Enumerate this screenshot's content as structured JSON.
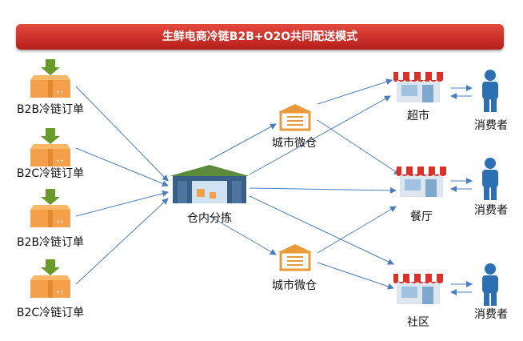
{
  "title": "生鲜电商冷链B2B+O2O共同配送模式",
  "orders": [
    "B2B冷链订单",
    "B2C冷链订单",
    "B2B冷链订单",
    "B2C冷链订单"
  ],
  "hub": "仓内分拣",
  "micro_warehouses": [
    "城市微仓",
    "城市微仓"
  ],
  "stores": [
    "超市",
    "餐厅",
    "社区"
  ],
  "consumers": [
    "消费者",
    "消费者",
    "消费者"
  ],
  "colors": {
    "banner": "#c8302a",
    "box": "#f4a04a",
    "box_arrow": "#6a9a2a",
    "line": "#4a7ec0",
    "person": "#2c6fb3",
    "warehouse_roof": "#5a8a3a"
  }
}
